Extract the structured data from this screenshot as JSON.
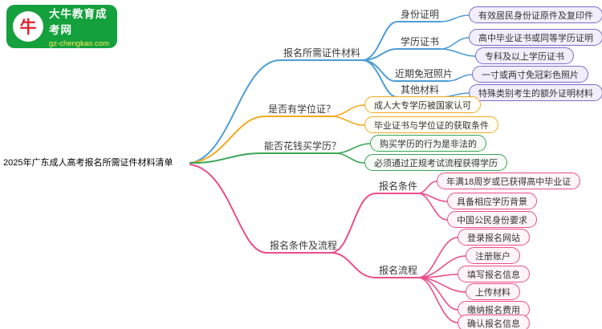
{
  "logo": {
    "title": "大牛教育成考网",
    "domain": "gz-chengkao.com",
    "bull_glyph": "牛"
  },
  "root": {
    "label": "2025年广东成人高考报名所需证件材料清单"
  },
  "branches": {
    "documents": {
      "label": "报名所需证件材料",
      "children": [
        {
          "label": "身份证明",
          "items": [
            "有效居民身份证原件及复印件"
          ]
        },
        {
          "label": "学历证书",
          "items": [
            "高中毕业证书或同等学历证明",
            "专科及以上学历证书"
          ]
        },
        {
          "label": "近期免冠照片",
          "items": [
            "一寸或两寸免冠彩色照片"
          ]
        },
        {
          "label": "其他材料",
          "items": [
            "特殊类别考生的额外证明材料"
          ]
        }
      ]
    },
    "degree": {
      "label": "是否有学位证？",
      "items": [
        "成人大专学历被国家认可",
        "毕业证书与学位证的获取条件"
      ]
    },
    "purchase": {
      "label": "能否花钱买学历？",
      "items": [
        "购买学历的行为是非法的",
        "必须通过正规考试流程获得学历"
      ]
    },
    "process": {
      "label": "报名条件及流程",
      "children": [
        {
          "label": "报名条件",
          "items": [
            "年满18周岁或已获得高中毕业证",
            "具备相应学历背景",
            "中国公民身份要求"
          ]
        },
        {
          "label": "报名流程",
          "items": [
            "登录报名网站",
            "注册账户",
            "填写报名信息",
            "上传材料",
            "缴纳报名费用",
            "确认报名信息"
          ]
        }
      ]
    }
  },
  "colors": {
    "branch_documents": "#4e9dd6",
    "branch_degree": "#f5a91f",
    "branch_purchase": "#3aa655",
    "branch_process": "#eb4d8d",
    "leaf_documents_border": "#7e6bc8",
    "logo_bg": "#14a03c",
    "logo_domain_text": "#ffe85c",
    "bull_red": "#d8262c"
  }
}
